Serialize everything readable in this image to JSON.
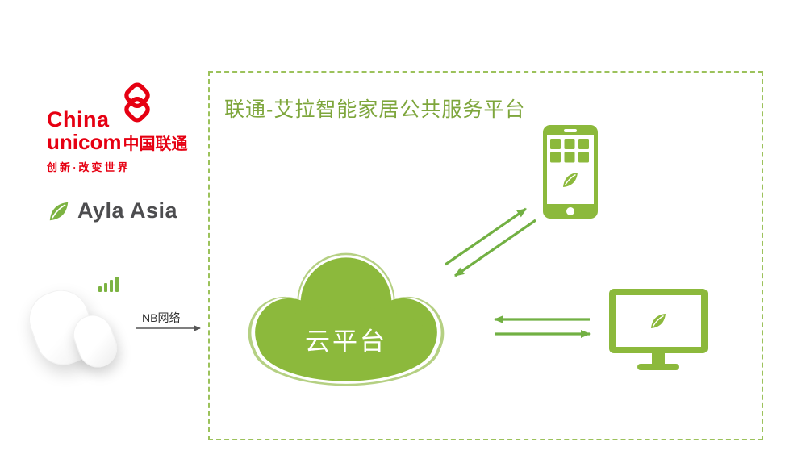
{
  "colors": {
    "brand_green": "#8CB93C",
    "outline_green": "#B5D083",
    "arrow_green": "#72B043",
    "frame_green": "#9CC25B",
    "title_green": "#7EA63C",
    "unicom_red": "#E60012"
  },
  "header": {
    "title": "联通-艾拉智能家居公共服务平台"
  },
  "cloud": {
    "label": "云平台"
  },
  "network": {
    "label": "NB网络"
  },
  "logos": {
    "china_unicom": {
      "line1": "China",
      "line2_en": "unicom",
      "line2_cn": "中国联通",
      "slogan": "创新·改变世界"
    },
    "ayla": {
      "label": "Ayla Asia"
    }
  }
}
